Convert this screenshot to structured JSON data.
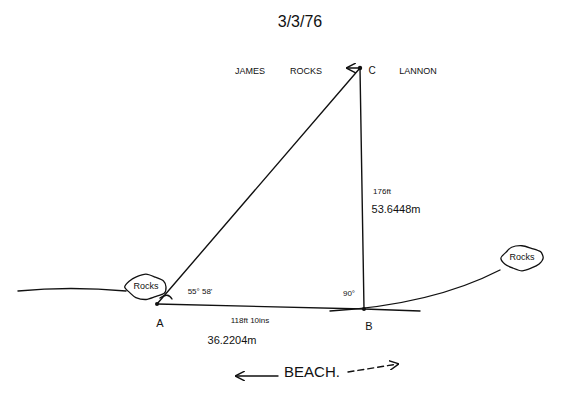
{
  "diagram": {
    "nodes": [
      {
        "text": [
          "Rocks"
        ]
      },
      {
        "text": [
          "Rocks"
        ]
      }
    ],
    "labels": [
      "3/3/76",
      "JAMES",
      "ROCKS",
      "LANNON",
      "C",
      "176ft",
      "53.6448m",
      "55° 58'",
      "90°",
      "A",
      "B",
      "118ft 10ins",
      "36.2204m",
      "BEACH."
    ]
  }
}
